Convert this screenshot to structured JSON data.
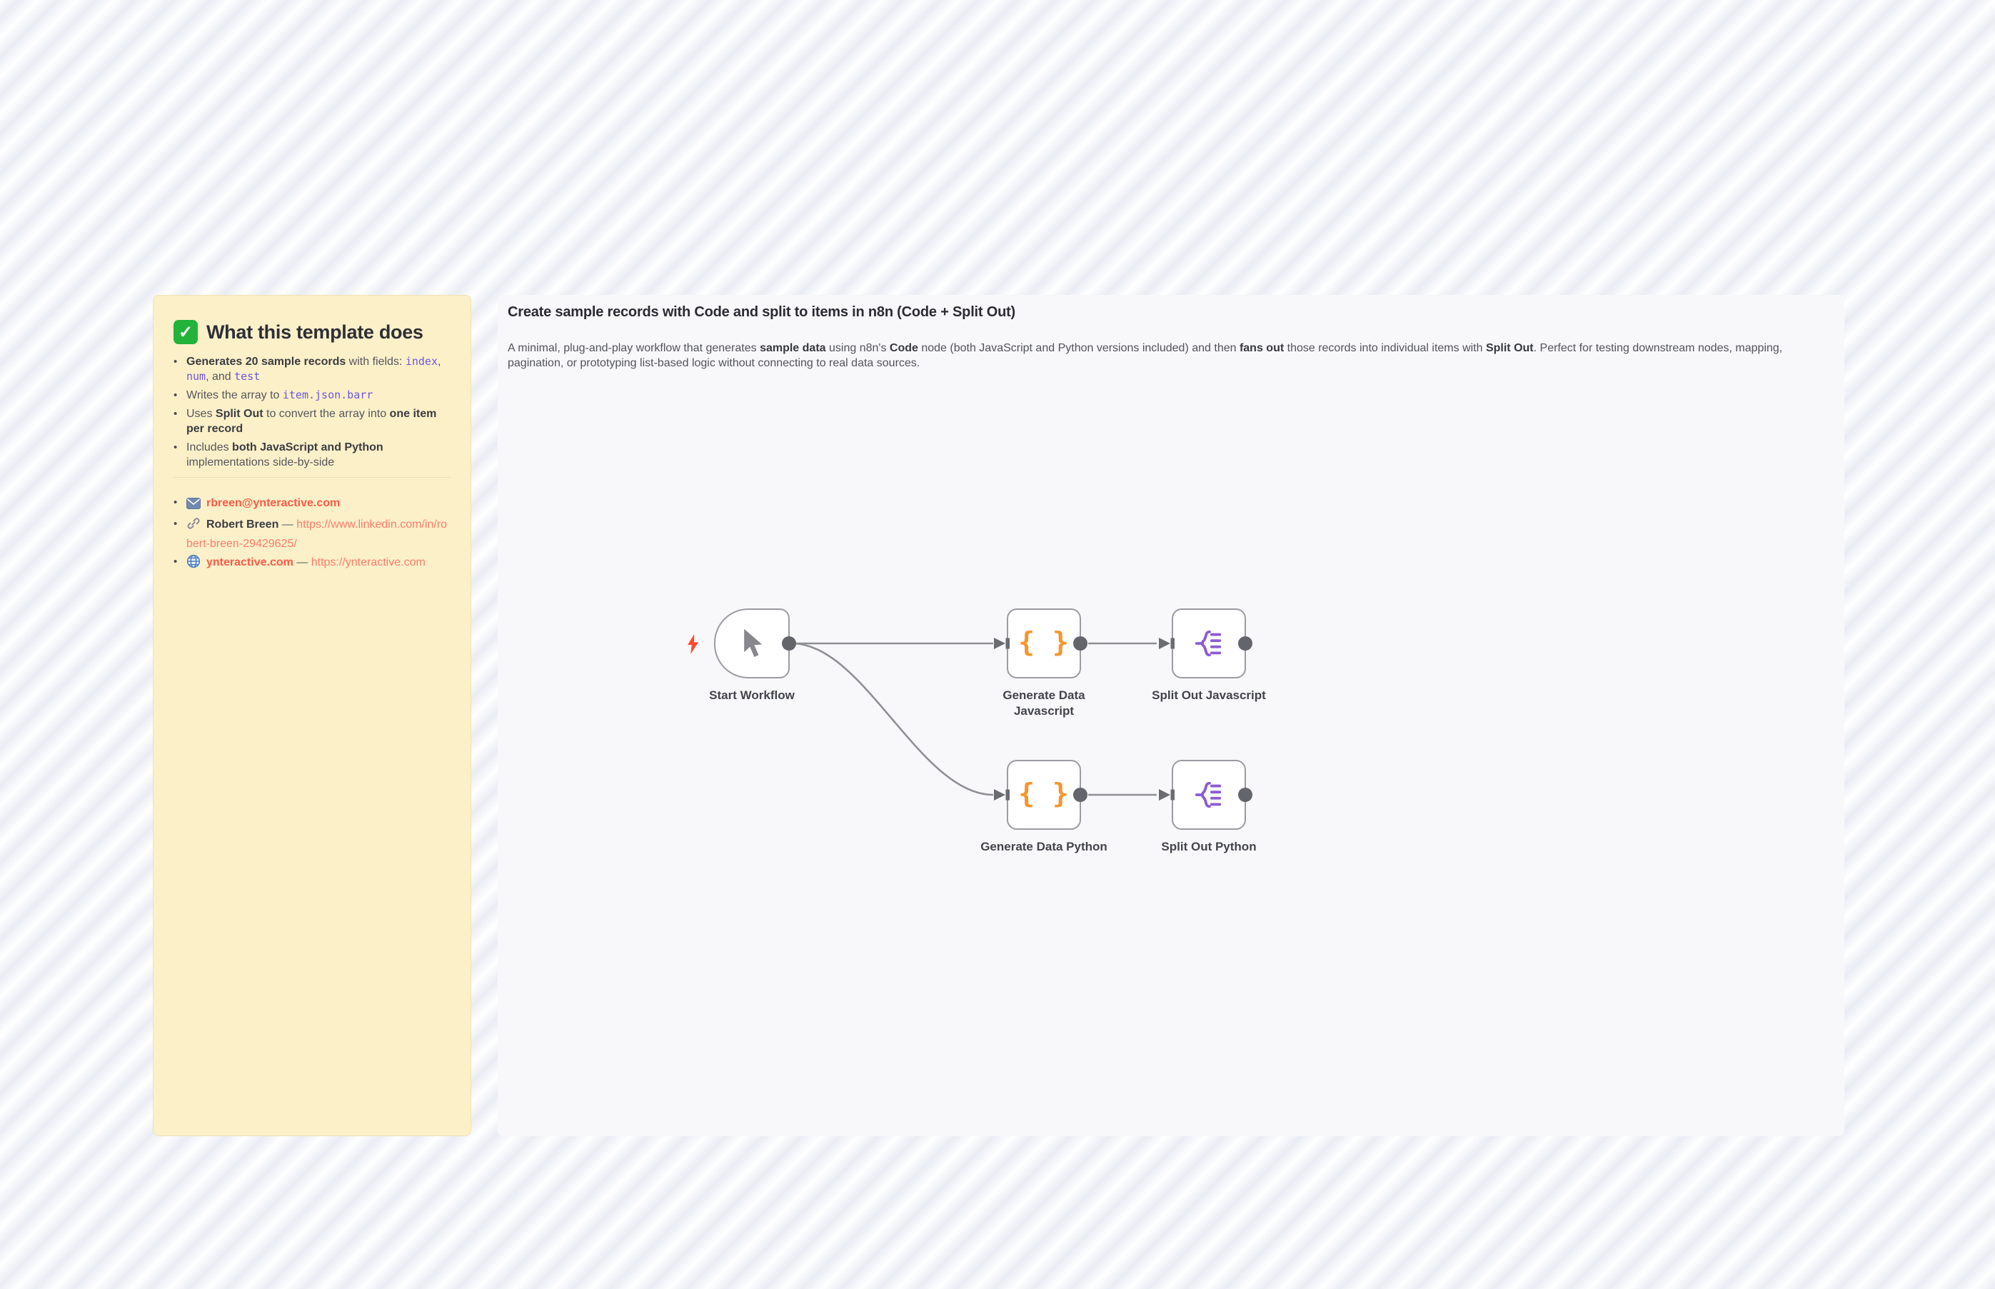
{
  "colors": {
    "note_bg": "#fcf0c9",
    "canvas_bg": "#f8f8fa",
    "accent_orange": "#f8952d",
    "accent_purple": "#8b5cd6",
    "trigger_bolt": "#ff4a31",
    "link_bold": "#f85c49",
    "link_regular": "#fa7d6d",
    "code_text": "#6d57d9",
    "connector_gray": "#8e9094",
    "check_green": "#23b33a"
  },
  "note": {
    "check_glyph": "✓",
    "title": "What this template does",
    "bullets": [
      {
        "parts": [
          {
            "text": "Generates 20 sample records"
          },
          {
            "text": " with fields: "
          },
          {
            "text": "index"
          },
          {
            "text": ", "
          },
          {
            "text": "num"
          },
          {
            "text": ", and "
          },
          {
            "text": "test"
          }
        ]
      },
      {
        "parts": [
          {
            "text": "Writes the array to "
          },
          {
            "text": "item.json.barr"
          }
        ]
      },
      {
        "parts": [
          {
            "text": "Uses "
          },
          {
            "text": "Split Out"
          },
          {
            "text": " to convert the array into "
          },
          {
            "text": "one item per record"
          }
        ]
      },
      {
        "parts": [
          {
            "text": "Includes "
          },
          {
            "text": "both JavaScript and Python"
          },
          {
            "text": " implementations side-by-side"
          }
        ]
      }
    ],
    "contacts": [
      {
        "icon": "email-icon",
        "parts": [
          {
            "text": "rbreen@ynteractive.com"
          }
        ]
      },
      {
        "icon": "link-icon",
        "parts": [
          {
            "text": "Robert Breen"
          },
          {
            "text": " — "
          },
          {
            "text": "https://www.linkedin.com/in/robert-breen-29429625/"
          }
        ]
      },
      {
        "icon": "globe-icon",
        "parts": [
          {
            "text": "ynteractive.com"
          },
          {
            "text": " — "
          },
          {
            "text": "https://ynteractive.com"
          }
        ]
      }
    ]
  },
  "workflow": {
    "heading": "Create sample records with Code and split to items in n8n (Code + Split Out)",
    "description": [
      {
        "text": "A minimal, plug-and-play workflow that generates "
      },
      {
        "text": "sample data"
      },
      {
        "text": " using n8n's "
      },
      {
        "text": "Code"
      },
      {
        "text": " node (both JavaScript and Python versions included) and then "
      },
      {
        "text": "fans out"
      },
      {
        "text": " those records into individual items with "
      },
      {
        "text": "Split Out"
      },
      {
        "text": ". Perfect for testing downstream nodes, mapping, pagination, or prototyping list-based logic without connecting to real data sources."
      }
    ],
    "code_icon_glyph": "{ }",
    "nodes": [
      {
        "id": "start",
        "label": "Start Workflow"
      },
      {
        "id": "generate-data-javascript",
        "label": "Generate Data Javascript"
      },
      {
        "id": "split-out-javascript",
        "label": "Split Out Javascript"
      },
      {
        "id": "generate-data-python",
        "label": "Generate Data Python"
      },
      {
        "id": "split-out-python",
        "label": "Split Out Python"
      }
    ]
  }
}
